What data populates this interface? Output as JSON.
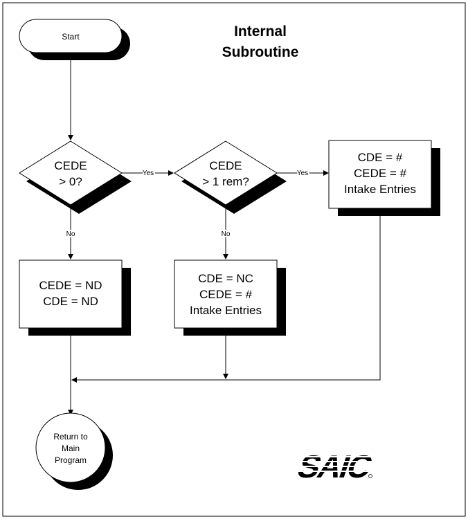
{
  "diagram": {
    "title_line1": "Internal",
    "title_line2": "Subroutine",
    "nodes": {
      "start": "Start",
      "decision1_line1": "CEDE",
      "decision1_line2": "> 0?",
      "decision2_line1": "CEDE",
      "decision2_line2": "> 1 rem?",
      "box_right_line1": "CDE = #",
      "box_right_line2": "CEDE = #",
      "box_right_line3": "Intake Entries",
      "box_left_line1": "CEDE = ND",
      "box_left_line2": "CDE = ND",
      "box_mid_line1": "CDE = NC",
      "box_mid_line2": "CEDE = #",
      "box_mid_line3": "Intake Entries",
      "return_line1": "Return to",
      "return_line2": "Main",
      "return_line3": "Program"
    },
    "edges": {
      "d1_yes": "Yes",
      "d2_yes": "Yes",
      "d1_no": "No",
      "d2_no": "No"
    },
    "logo_text": "SAIC",
    "colors": {
      "line": "#000000",
      "shadow": "#000000",
      "fill": "#ffffff"
    }
  }
}
